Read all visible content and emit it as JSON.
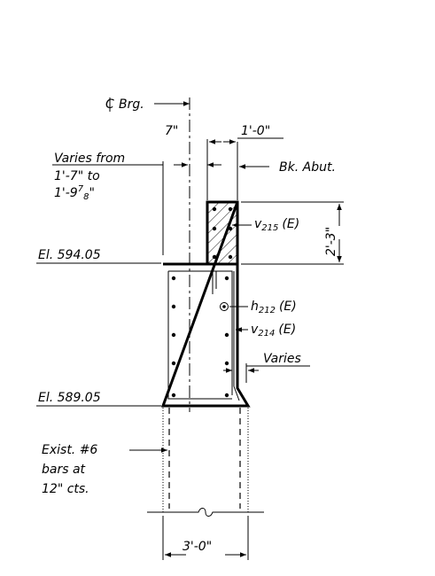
{
  "labels": {
    "cl_brg": "Brg.",
    "dim_7in": "7\"",
    "dim_1ft": "1'-0\"",
    "varies_from": "Varies from",
    "range_low": "1'-7\" to",
    "range_high_main": "1'-9",
    "range_high_num": "7",
    "range_high_den": "8",
    "range_high_end": "\"",
    "bk_abut": "Bk. Abut.",
    "v215_main": "v",
    "v215_sub": "215",
    "v215_suffix": "(E)",
    "dim_2ft3": "2'-3\"",
    "el_upper": "El. 594.05",
    "h212_main": "h",
    "h212_sub": "212",
    "h212_suffix": "(E)",
    "v214_main": "v",
    "v214_sub": "214",
    "v214_suffix": "(E)",
    "varies": "Varies",
    "el_lower": "El. 589.05",
    "exist_line1": "Exist. #6",
    "exist_line2": "bars at",
    "exist_line3": "12\" cts.",
    "dim_3ft": "3'-0\""
  }
}
